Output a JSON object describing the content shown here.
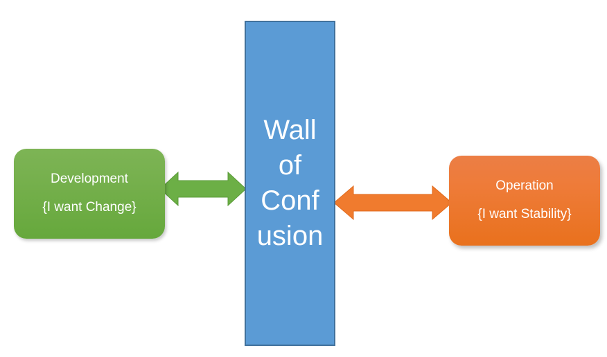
{
  "diagram": {
    "title": "Wall of Confusion",
    "colors": {
      "wall_fill": "#5B9BD5",
      "wall_border": "#41719C",
      "dev_fill": "#70AD47",
      "dev_arrow": "#6CAF46",
      "ops_fill": "#ED7D31",
      "ops_arrow": "#F07B2E",
      "text": "#FFFFFF",
      "background": "#FFFFFF"
    },
    "wall": {
      "label": "Wall\nof\nConf\nusion",
      "lines": [
        "Wall",
        "of",
        "Conf",
        "usion"
      ]
    },
    "left_node": {
      "title": "Development",
      "subtitle": "{I want Change}"
    },
    "right_node": {
      "title": "Operation",
      "subtitle": "{I want Stability}"
    },
    "connectors": [
      {
        "name": "development-to-wall",
        "style": "double-headed",
        "color": "#6CAF46",
        "from": "Development",
        "to": "Wall of Confusion"
      },
      {
        "name": "wall-to-operation",
        "style": "double-headed",
        "color": "#F07B2E",
        "from": "Wall of Confusion",
        "to": "Operation"
      }
    ]
  }
}
